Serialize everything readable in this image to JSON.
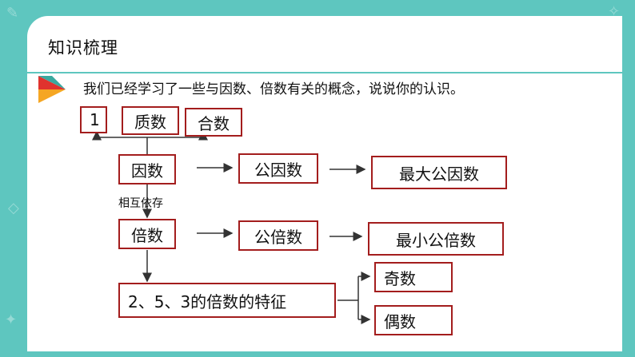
{
  "header": {
    "title": "知识梳理"
  },
  "intro": {
    "text": "我们已经学习了一些与因数、倍数有关的概念，说说你的认识。"
  },
  "nodes": {
    "one": "1",
    "prime": "质数",
    "composite": "合数",
    "factor": "因数",
    "common_factor": "公因数",
    "gcf": "最大公因数",
    "relation": "相互依存",
    "multiple": "倍数",
    "common_multiple": "公倍数",
    "lcm": "最小公倍数",
    "features": "2、5、3的倍数的特征",
    "odd": "奇数",
    "even": "偶数"
  },
  "colors": {
    "background": "#5ec6bf",
    "box_border": "#a31d1d",
    "bullet_red": "#e0332e",
    "bullet_orange": "#f5a623",
    "bullet_teal": "#3aa99f"
  }
}
